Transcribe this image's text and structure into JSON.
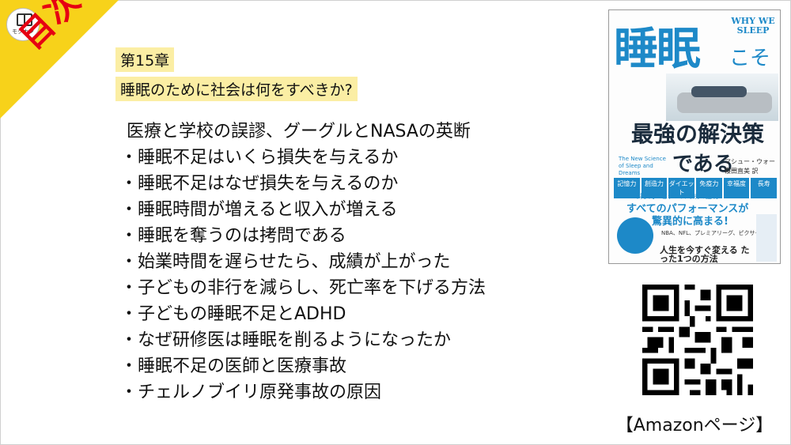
{
  "corner": {
    "logo_text": "モクホン",
    "label": "目次",
    "color": "#f7d21a",
    "label_color": "#e60012"
  },
  "chapter": {
    "number": "第15章",
    "title": "睡眠のために社会は何をすべきか?"
  },
  "toc": {
    "heading": "医療と学校の誤謬、グーグルとNASAの英断",
    "items": [
      "・睡眠不足はいくら損失を与えるか",
      "・睡眠不足はなぜ損失を与えるのか",
      "・睡眠時間が増えると収入が増える",
      "・睡眠を奪うのは拷問である",
      "・始業時間を遅らせたら、成績が上がった",
      "・子どもの非行を減らし、死亡率を下げる方法",
      "・子どもの睡眠不足とADHD",
      "・なぜ研修医は睡眠を削るようになったか",
      "・睡眠不足の医師と医療事故",
      "・チェルノブイリ原発事故の原因"
    ]
  },
  "book": {
    "title_big": "睡眠",
    "title_koso": "こそ",
    "title_en": "WHY WE SLEEP",
    "subtitle1": "最強の解決策",
    "subtitle2": "である",
    "english_sub": "The New Science of Sleep and Dreams",
    "author": "マシュー・ウォーカー",
    "translator": "桜田直美 訳",
    "tags": [
      "記憶力",
      "創造力",
      "ダイエット",
      "免疫力",
      "幸福度",
      "長寿"
    ],
    "science": "科学的エビデンスで続々証明!",
    "perf1": "すべてのパフォーマンスが",
    "perf2": "驚異的に高まる!",
    "nba": "NBA、NFL、プレミアリーグ、ピクサー……",
    "life": "人生を今すぐ変える たった1つの方法",
    "accent_color": "#1d89c8"
  },
  "amazon_label": "【Amazonページ】"
}
